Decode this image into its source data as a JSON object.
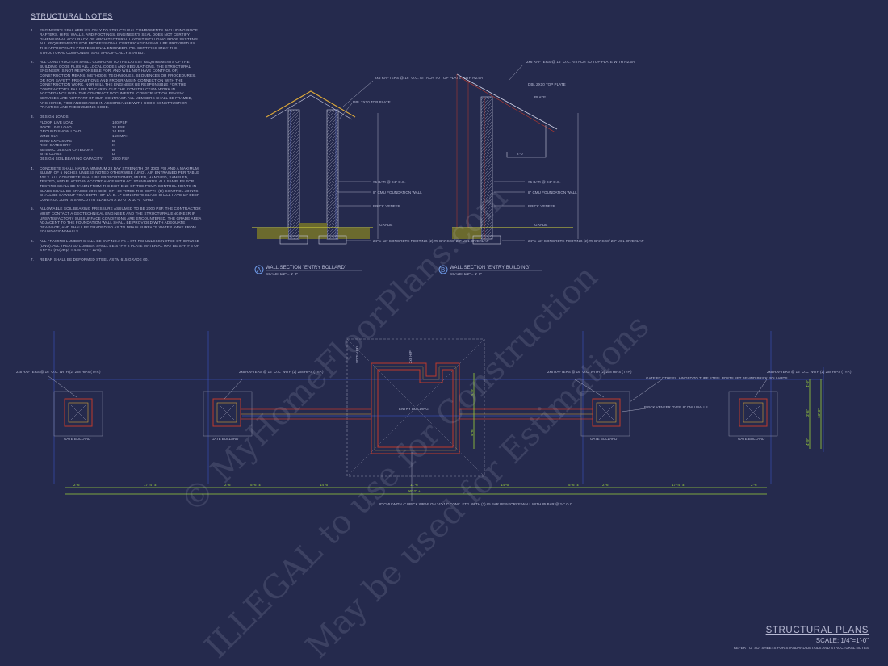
{
  "structural_notes": {
    "heading": "STRUCTURAL NOTES",
    "items": [
      {
        "num": "1.",
        "text": "ENGINEER'S SEAL APPLIES ONLY TO STRUCTURAL COMPONENTS INCLUDING ROOF RAFTERS, HIPS, WALLS, AND FOOTINGS. ENGINEER'S SEAL DOES NOT CERTIFY DIMENSIONAL ACCURACY OR ARCHITECTURAL LAYOUT INCLUDING ROOF SYSTEMS. ALL REQUIREMENTS FOR PROFESSIONAL CERTIFICATION SHALL BE PROVIDED BY THE APPROPRIATE PROFESSIONAL ENGINEER. P.E. CERTIFIES ONLY THE STRUCTURAL COMPONENTS AS SPECIFICALLY STATED."
      },
      {
        "num": "2.",
        "text": "ALL CONSTRUCTION SHALL CONFORM TO THE LATEST REQUIREMENTS OF THE BUILDING CODE PLUS ALL LOCAL CODES AND REGULATIONS. THE STRUCTURAL ENGINEER IS NOT RESPONSIBLE FOR, AND WILL NOT HAVE CONTROL OF, CONSTRUCTION MEANS, METHODS, TECHNIQUES, SEQUENCES OR PROCEDURES, OR FOR SAFETY PRECAUTIONS AND PROGRAMS IN CONNECTION WITH THE CONSTRUCTION WORK, NOR WILL THE ENGINEER BE RESPONSIBLE FOR THE CONTRACTOR'S FAILURE TO CARRY OUT THE CONSTRUCTION WORK IN ACCORDANCE WITH THE CONTRACT DOCUMENTS. CONSTRUCTION REVIEW SERVICES ARE NOT PART OF OUR CONTRACT. ALL MEMBERS SHALL BE FRAMED, ANCHORED, TIED AND BRACED IN ACCORDANCE WITH GOOD CONSTRUCTION PRACTICE AND THE BUILDING CODE."
      },
      {
        "num": "3.",
        "text": "DESIGN LOADS:",
        "loads": [
          [
            "FLOOR LIVE LOAD",
            "100 PSF"
          ],
          [
            "ROOF LIVE LOAD",
            "20 PSF"
          ],
          [
            "GROUND SNOW LOAD",
            "10 PSF"
          ],
          [
            "WIND ULT.",
            "150 MPH"
          ],
          [
            "WIND EXPOSURE",
            "B"
          ],
          [
            "RISK CATEGORY",
            "II"
          ],
          [
            "SEISMIC DESIGN CATEGORY",
            "B"
          ],
          [
            "SITE CLASS",
            "D"
          ],
          [
            "DESIGN SOIL BEARING CAPACITY",
            "2000 PSF"
          ]
        ]
      },
      {
        "num": "4.",
        "text": "CONCRETE SHALL HAVE A MINIMUM 28 DAY STRENGTH OF 3000 PSI AND A MAXIMUM SLUMP OF 5 INCHES UNLESS NOTED OTHERWISE (UNO). AIR ENTRAINED PER TABLE 402.2. ALL CONCRETE SHALL BE PROPORTIONED, MIXED, HANDLED, SAMPLED, TESTED, AND PLACED IN ACCORDANCE WITH ACI STANDARDS. ALL SAMPLES FOR TESTING SHALL BE TAKEN FROM THE EXIT END OF THE PUMP. CONTROL JOINTS IN SLABS SHALL BE SPACED 20 X 48(D) OF ~30 TIMES THE DEPTH (D) CONTROL JOINTS SHALL BE SAWCUT TO A DEPTH OF 1/4 D. 4\" CONCRETE SLABS SHALL HAVE 12' DEEP CONTROL JOINTS SAWCUT IN SLAB ON A 10'-0\" X 10'-0\" GRID."
      },
      {
        "num": "5.",
        "text": "ALLOWABLE SOIL BEARING PRESSURE ASSUMED TO BE 2000 PSF. THE CONTRACTOR MUST CONTACT A GEOTECHNICAL ENGINEER AND THE STRUCTURAL ENGINEER IF UNSATISFACTORY SUBSURFACE CONDITIONS ARE ENCOUNTERED. THE GRADE AREA ADJACENT TO THE FOUNDATION WALL SHALL BE PROVIDED WITH ADEQUATE DRAINAGE, AND SHALL BE GRADED SO AS TO DRAIN SURFACE WATER AWAY FROM FOUNDATION WALLS."
      },
      {
        "num": "6.",
        "text": "ALL FRAMING LUMBER SHALL BE SYP NO.2 Fb = 875 PSI UNLESS NOTED OTHERWISE (UNO). ALL TREATED LUMBER SHALL BE SYP # 2 PLATE MATERIAL MAY BE SPF # 3 OR SYP #3 (Fc(perp) = 425 PSI + 11%)."
      },
      {
        "num": "7.",
        "text": "REBAR SHALL BE DEFORMED STEEL ASTM 615 GRADE 60."
      }
    ]
  },
  "section_a": {
    "marker": "A",
    "title": "WALL SECTION \"ENTRY BOLLARD\"",
    "scale": "SCALE: 1/2\" = 1'-0\"",
    "labels": {
      "rafters": "2x6 RAFTERS @ 16\" O.C. ATTACH TO TOP PLATE WITH H2.5A",
      "plate": "DBL 2X10 TOP PLATE",
      "rebar": "#5 BAR @ 24\" O.C.",
      "cmu": "8\" CMU FOUNDATION WALL",
      "veneer": "BRICK VENEER",
      "grade": "GRADE",
      "footing": "24\" x 12\" CONCRETE FOOTING (2) #5 BARS W/ 28\" MIN. OVERLAP"
    }
  },
  "section_b": {
    "marker": "B",
    "title": "WALL SECTION \"ENTRY BUILDING\"",
    "scale": "SCALE: 1/2\" = 1'-0\"",
    "labels": {
      "rafters": "2x6 RAFTERS @ 16\" O.C. ATTACH TO TOP PLATE WITH H2.5A",
      "plate": "DBL 2X10 TOP PLATE",
      "plate_short": "PLATE",
      "dim": "2'-0\"",
      "rebar": "#5 BAR @ 24\" O.C.",
      "cmu": "8\" CMU FOUNDATION WALL",
      "veneer": "BRICK VENEER",
      "grade": "GRADE",
      "footing": "24\" x 12\" CONCRETE FOOTING (2) #5 BARS W/ 28\" MIN. OVERLAP"
    }
  },
  "plan": {
    "rafter_note": "2x6 RAFTERS @ 16\" O.C. WITH (2) 2x8 HIPS (TYP.)",
    "gate_bollard": "GATE BOLLARD",
    "entry_building": "ENTRY BUILDING",
    "gate_note": "GATE BY OTHERS. HINGED TO TUBE STEEL POSTS SET BEHIND BRICK BOLLARDS",
    "veneer_note": "BRICK VENEER OVER 8\" CMU WALLS",
    "cmu_note": "8\" CMU WITH 4\" BRICK WRAP ON 24\"x12\" CONC. FTG. WITH (2) #5 BAR REINFORCE WALL WITH #5 BAR @ 24\" O.C.",
    "ridge_label": "2x8 RIDGE",
    "hip_label": "2x8 HIP",
    "dims": [
      "2'-6\"",
      "17'-4\" ±",
      "2'-6\"",
      "5'-6\" ±",
      "14'-6\"",
      "11'-6\"",
      "14'-6\"",
      "5'-6\" ±",
      "2'-6\"",
      "17'-4\" ±",
      "2'-6\""
    ],
    "overall": "96'-2\" ±",
    "side_dims": [
      "4'-9\"",
      "3'-6\"",
      "13'-0\"",
      "4'-9\""
    ],
    "bldg_dims": [
      "4'-9\"",
      "4'-6\""
    ]
  },
  "title_block": {
    "title": "STRUCTURAL PLANS",
    "scale": "SCALE: 1/4\"=1'-0\"",
    "refer": "REFER TO \"SD\" SHEETS FOR STANDARD DETAILS AND STRUCTURAL NOTES"
  },
  "watermarks": [
    "© MyHomeFloorPlans.com",
    "ILLEGAL to use for Construction",
    "May be used for Estimations"
  ],
  "colors": {
    "background": "#252a4d",
    "cmu": "#c0392b",
    "dimension": "#9bd03a",
    "grid": "#3f5ad8",
    "footing": "#d8d83a"
  }
}
